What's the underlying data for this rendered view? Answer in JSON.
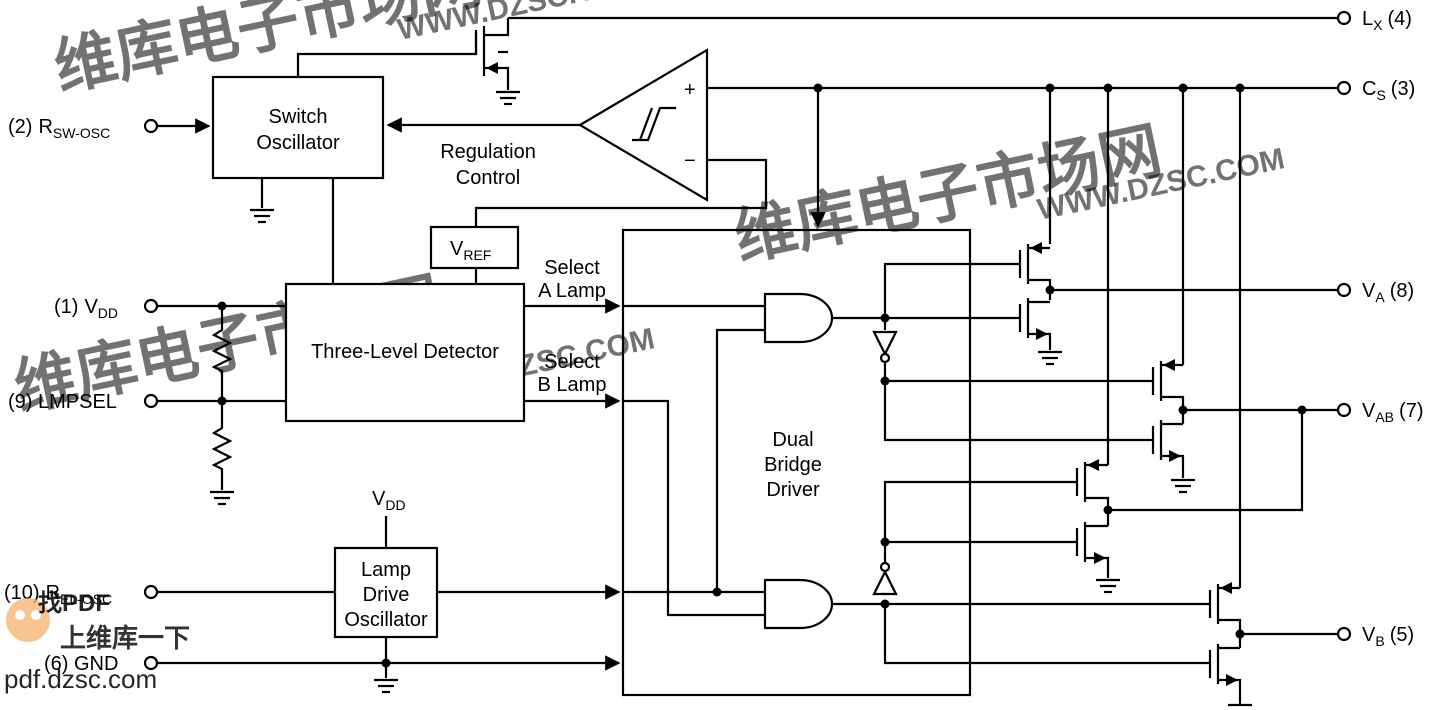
{
  "pins": {
    "lx": {
      "num": "(4)",
      "main": "L",
      "sub": "X"
    },
    "cs": {
      "num": "(3)",
      "main": "C",
      "sub": "S"
    },
    "rsw": {
      "num": "(2)",
      "main": "R",
      "sub": "SW-OSC"
    },
    "vdd": {
      "num": "(1)",
      "main": "V",
      "sub": "DD"
    },
    "lmpsel": {
      "text": "(9) LMPSEL"
    },
    "rel": {
      "num": "(10)",
      "main": "R",
      "sub": "EL-OSC"
    },
    "gnd": {
      "text": "(6) GND"
    },
    "va": {
      "num": "(8)",
      "main": "V",
      "sub": "A"
    },
    "vab": {
      "num": "(7)",
      "main": "V",
      "sub": "AB"
    },
    "vb": {
      "num": "(5)",
      "main": "V",
      "sub": "B"
    }
  },
  "blocks": {
    "switch_osc": [
      "Switch",
      "Oscillator"
    ],
    "three_level": "Three-Level Detector",
    "vref": {
      "main": "V",
      "sub": "REF"
    },
    "lamp_osc": [
      "Lamp",
      "Drive",
      "Oscillator"
    ],
    "dual_bridge": [
      "Dual",
      "Bridge",
      "Driver"
    ]
  },
  "labels": {
    "regulation": [
      "Regulation",
      "Control"
    ],
    "select_a": [
      "Select",
      "A Lamp"
    ],
    "select_b": [
      "Select",
      "B Lamp"
    ],
    "vdd_supply": {
      "main": "V",
      "sub": "DD"
    },
    "comp_plus": "+",
    "comp_minus": "−"
  },
  "watermarks": {
    "cn1": "维库电子市场网",
    "cn2": "维库电子市场网",
    "cn3": "维库电子市场网",
    "url": "WWW.DZSC.COM",
    "logo_line1": "找PDF",
    "logo_line2": "上维库一下",
    "logo_url": "pdf.dzsc.com"
  }
}
